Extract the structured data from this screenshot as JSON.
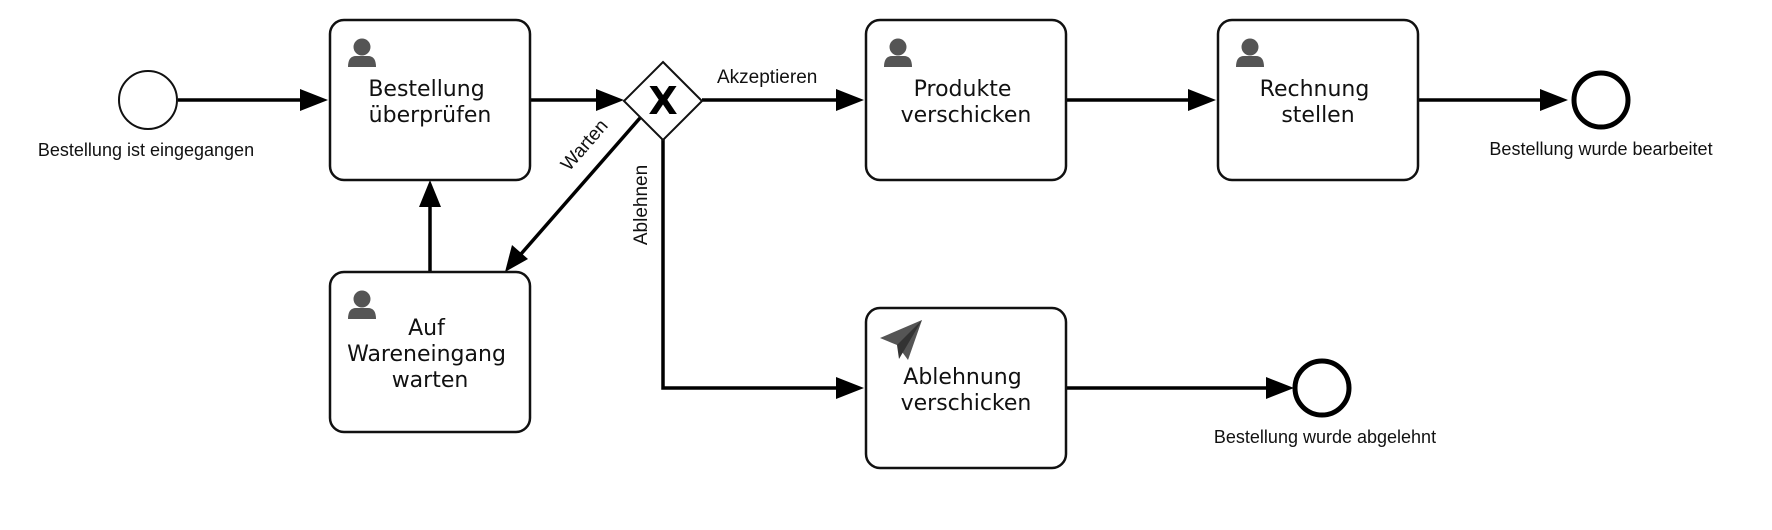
{
  "diagram": {
    "type": "BPMN process",
    "events": {
      "start": {
        "label": "Bestellung ist eingegangen",
        "kind": "start-event"
      },
      "end_done": {
        "label": "Bestellung wurde bearbeitet",
        "kind": "end-event"
      },
      "end_rejected": {
        "label": "Bestellung wurde abgelehnt",
        "kind": "end-event"
      }
    },
    "tasks": {
      "check": {
        "lines": [
          "Bestellung",
          "überprüfen"
        ],
        "icon": "user-icon"
      },
      "wait": {
        "lines": [
          "Auf",
          "Wareneingang",
          "warten"
        ],
        "icon": "user-icon"
      },
      "ship": {
        "lines": [
          "Produkte",
          "verschicken"
        ],
        "icon": "user-icon"
      },
      "invoice": {
        "lines": [
          "Rechnung",
          "stellen"
        ],
        "icon": "user-icon"
      },
      "reject": {
        "lines": [
          "Ablehnung",
          "verschicken"
        ],
        "icon": "send-icon"
      }
    },
    "gateway": {
      "kind": "exclusive-gateway",
      "marker": "X"
    },
    "flows": {
      "accept": "Akzeptieren",
      "wait": "Warten",
      "reject": "Ablehnen"
    },
    "colors": {
      "stroke": "#000000",
      "icon": "#555555",
      "fill": "#ffffff"
    }
  }
}
